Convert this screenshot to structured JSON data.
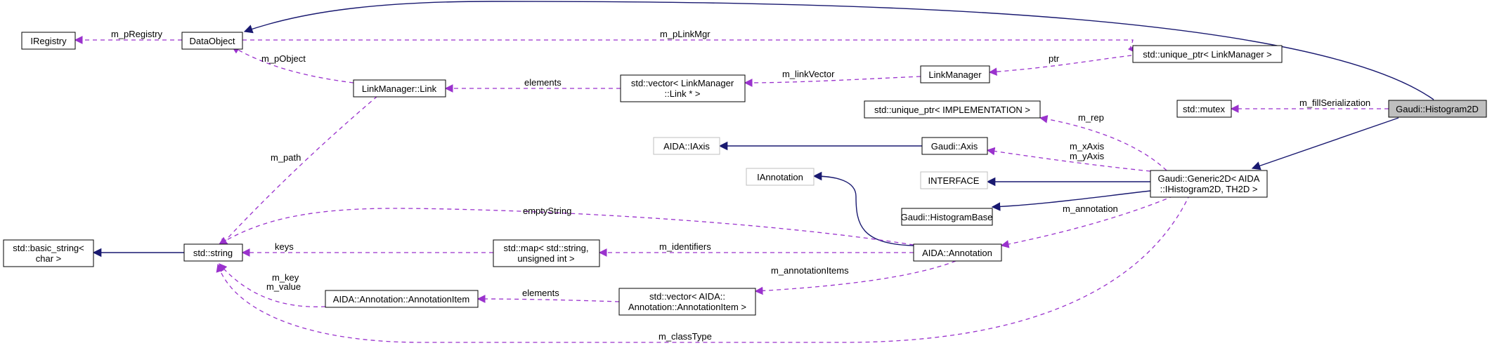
{
  "diagram": {
    "nodes": [
      {
        "id": "IRegistry",
        "lines": [
          "IRegistry"
        ],
        "style": "normal"
      },
      {
        "id": "DataObject",
        "lines": [
          "DataObject"
        ],
        "style": "normal"
      },
      {
        "id": "UPtrLinkMgr",
        "lines": [
          "std::unique_ptr< LinkManager >"
        ],
        "style": "normal"
      },
      {
        "id": "LinkManager",
        "lines": [
          "LinkManager"
        ],
        "style": "normal"
      },
      {
        "id": "VecLink",
        "lines": [
          "std::vector< LinkManager",
          "::Link * >"
        ],
        "style": "normal"
      },
      {
        "id": "LinkMgrLink",
        "lines": [
          "LinkManager::Link"
        ],
        "style": "normal"
      },
      {
        "id": "UPtrImpl",
        "lines": [
          "std::unique_ptr< IMPLEMENTATION >"
        ],
        "style": "normal"
      },
      {
        "id": "Mutex",
        "lines": [
          "std::mutex"
        ],
        "style": "normal"
      },
      {
        "id": "Histogram2D",
        "lines": [
          "Gaudi::Histogram2D"
        ],
        "style": "focus"
      },
      {
        "id": "IAxis",
        "lines": [
          "AIDA::IAxis"
        ],
        "style": "external"
      },
      {
        "id": "GaudiAxis",
        "lines": [
          "Gaudi::Axis"
        ],
        "style": "normal"
      },
      {
        "id": "IAnnotation",
        "lines": [
          "IAnnotation"
        ],
        "style": "external"
      },
      {
        "id": "Interface",
        "lines": [
          "INTERFACE"
        ],
        "style": "external"
      },
      {
        "id": "Generic2D",
        "lines": [
          "Gaudi::Generic2D< AIDA",
          "::IHistogram2D, TH2D >"
        ],
        "style": "normal"
      },
      {
        "id": "HistBase",
        "lines": [
          "Gaudi::HistogramBase"
        ],
        "style": "normal"
      },
      {
        "id": "BasicString",
        "lines": [
          "std::basic_string<",
          "char >"
        ],
        "style": "normal"
      },
      {
        "id": "StdString",
        "lines": [
          "std::string"
        ],
        "style": "normal"
      },
      {
        "id": "MapStr",
        "lines": [
          "std::map< std::string,",
          "unsigned int >"
        ],
        "style": "normal"
      },
      {
        "id": "Annotation",
        "lines": [
          "AIDA::Annotation"
        ],
        "style": "normal"
      },
      {
        "id": "AnnItem",
        "lines": [
          "AIDA::Annotation::AnnotationItem"
        ],
        "style": "normal"
      },
      {
        "id": "VecAnnItem",
        "lines": [
          "std::vector< AIDA::",
          "Annotation::AnnotationItem >"
        ],
        "style": "normal"
      }
    ],
    "edge_labels": {
      "m_pRegistry": "m_pRegistry",
      "m_pLinkMgr": "m_pLinkMgr",
      "ptr": "ptr",
      "m_pObject": "m_pObject",
      "elements_link": "elements",
      "m_linkVector": "m_linkVector",
      "m_fillSerialization": "m_fillSerialization",
      "m_rep": "m_rep",
      "m_xAxis": "m_xAxis",
      "m_yAxis": "m_yAxis",
      "m_path": "m_path",
      "emptyString": "emptyString",
      "m_annotation": "m_annotation",
      "keys": "keys",
      "m_identifiers": "m_identifiers",
      "m_annotationItems": "m_annotationItems",
      "m_key": "m_key",
      "m_value": "m_value",
      "elements_ann": "elements",
      "m_classType": "m_classType"
    },
    "colors": {
      "inheritance": "#191970",
      "usage": "#9a32cd",
      "focus_fill": "#bfbfbf",
      "external_border": "#bfbfbf",
      "normal_border": "#000000"
    }
  }
}
